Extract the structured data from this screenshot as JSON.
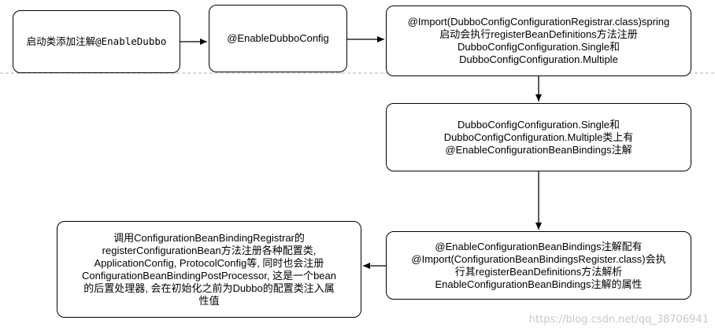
{
  "nodes": {
    "n1": {
      "lines": [
        "启动类添加注解@EnableDubbo"
      ]
    },
    "n2": {
      "lines": [
        "@EnableDubboConfig"
      ]
    },
    "n3": {
      "lines": [
        "@Import(DubboConfigConfigurationRegistrar.class)spring",
        "启动会执行registerBeanDefinitions方法注册",
        "DubboConfigConfiguration.Single和",
        "DubboConfigConfiguration.Multiple"
      ]
    },
    "n4": {
      "lines": [
        "DubboConfigConfiguration.Single和",
        "DubboConfigConfiguration.Multiple类上有",
        "@EnableConfigurationBeanBindings注解"
      ]
    },
    "n5": {
      "lines": [
        "@EnableConfigurationBeanBindings注解配有",
        "@Import(ConfigurationBeanBindingsRegister.class)会执",
        "行其registerBeanDefinitions方法解析",
        "EnableConfigurationBeanBindings注解的属性"
      ]
    },
    "n6": {
      "lines": [
        "调用ConfigurationBeanBindingRegistrar的",
        "registerConfigurationBean方法注册各种配置类,",
        "ApplicationConfig, ProtocolConfig等, 同时也会注册",
        "ConfigurationBeanBindingPostProcessor, 这是一个bean",
        "的后置处理器, 会在初始化之前为Dubbo的配置类注入属",
        "性值"
      ]
    }
  },
  "watermark": "https://blog.csdn.net/qq_38706941"
}
